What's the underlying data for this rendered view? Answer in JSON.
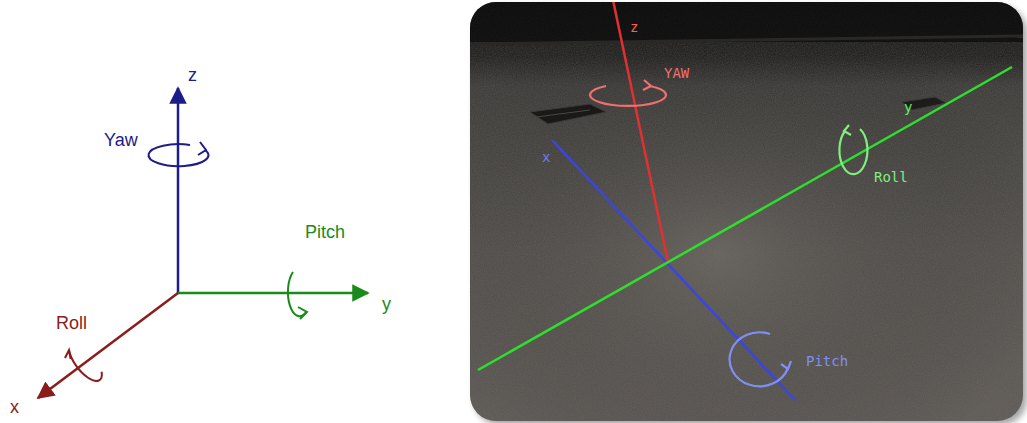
{
  "diagram": {
    "labels": [
      "z",
      "Yaw",
      "Pitch",
      "y",
      "Roll",
      "x",
      "z",
      "YAW",
      "x",
      "y",
      "Roll",
      "Pitch"
    ]
  }
}
